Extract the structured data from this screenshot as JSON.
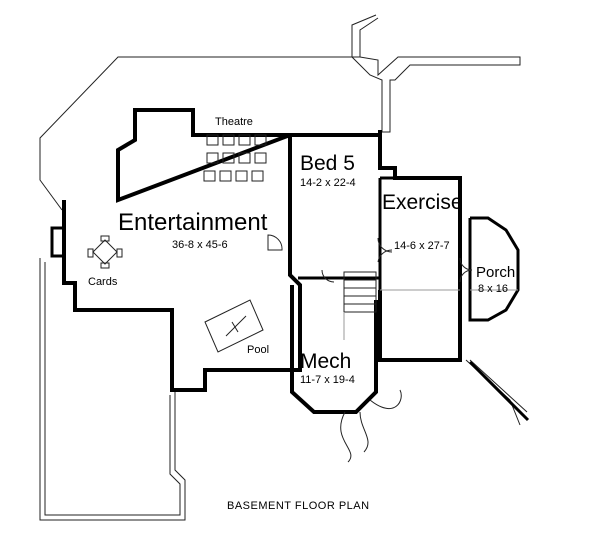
{
  "rooms": {
    "theatre": {
      "name": "Theatre"
    },
    "bed5": {
      "name": "Bed 5",
      "size": "14-2 x 22-4"
    },
    "exercise": {
      "name": "Exercise",
      "size": "14-6 x 27-7"
    },
    "entertainment": {
      "name": "Entertainment",
      "size": "36-8 x 45-6"
    },
    "cards": {
      "name": "Cards"
    },
    "porch": {
      "name": "Porch",
      "size": "8 x 16"
    },
    "pool": {
      "name": "Pool"
    },
    "mech": {
      "name": "Mech",
      "size": "11-7 x 19-4"
    }
  },
  "caption": "BASEMENT  FLOOR PLAN"
}
